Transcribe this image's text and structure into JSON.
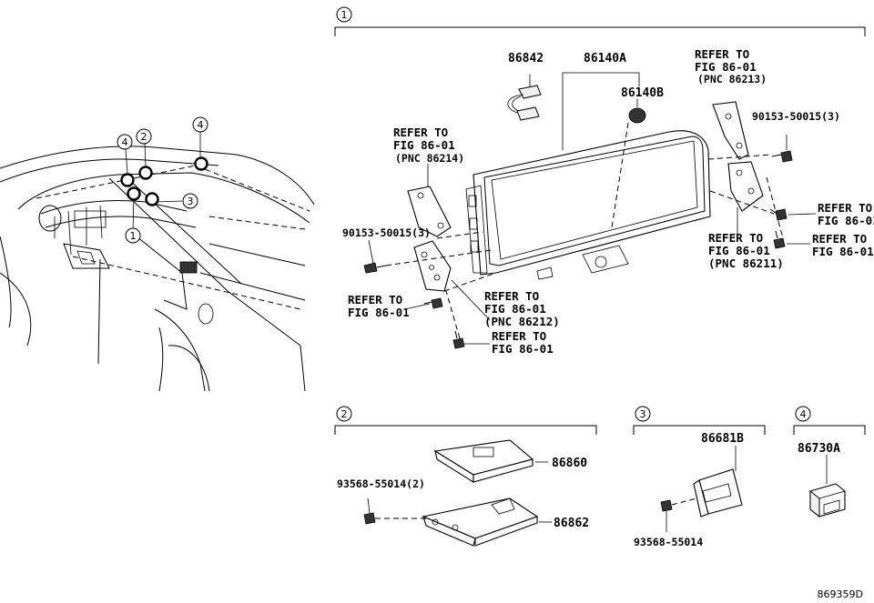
{
  "groups": [
    "1",
    "2",
    "3",
    "4"
  ],
  "car_callouts": [
    "4",
    "2",
    "4",
    "3",
    "1"
  ],
  "labels": {
    "p86842": "86842",
    "p86140A": "86140A",
    "p86140B": "86140B",
    "p86860": "86860",
    "p86862": "86862",
    "p86681B": "86681B",
    "p86730A": "86730A",
    "bolt_left": "90153-50015(3)",
    "bolt_right": "90153-50015(3)",
    "screw_g2": "93568-55014(2)",
    "screw_g3": "93568-55014",
    "refer_to": "REFER TO",
    "fig": "FIG 86-01",
    "pnc_86214": "(PNC 86214)",
    "pnc_86213": "(PNC 86213)",
    "pnc_86212": "(PNC 86212)",
    "pnc_86211": "(PNC 86211)"
  },
  "diagram_code": "869359D"
}
